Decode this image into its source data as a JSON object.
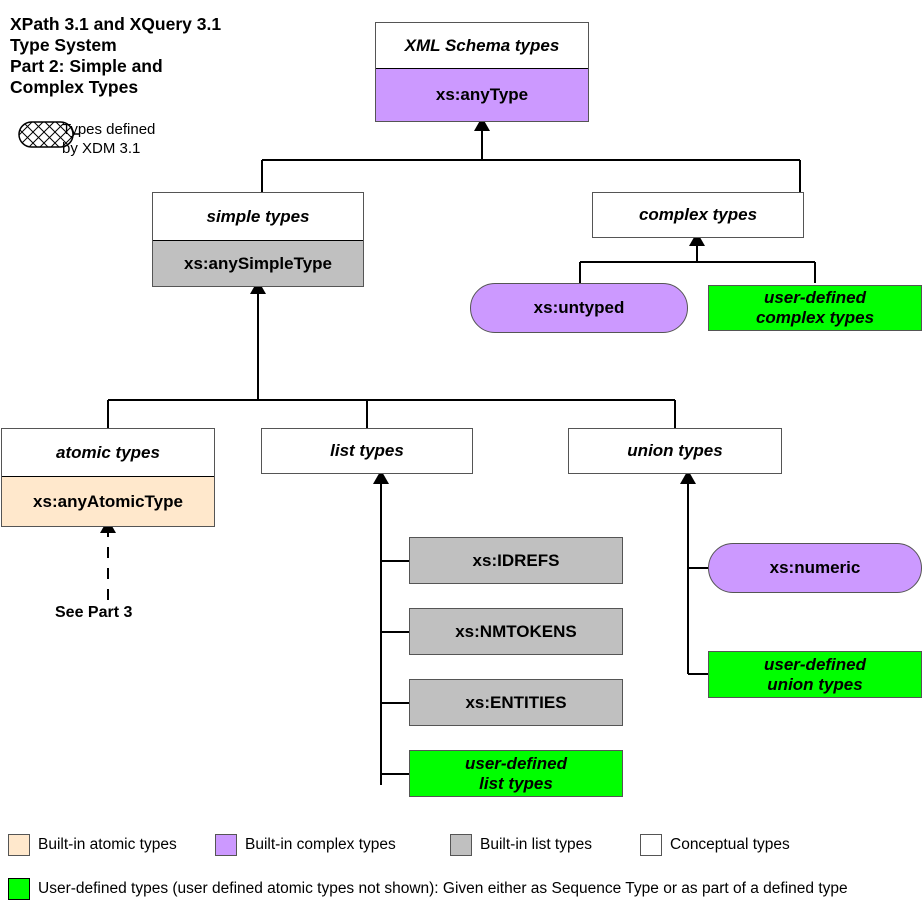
{
  "title": {
    "line1": "XPath 3.1 and XQuery 3.1",
    "line2": "Type System",
    "line3": "Part 2: Simple and",
    "line4": "Complex Types",
    "full": "XPath 3.1 and XQuery 3.1\nType System\nPart 2: Simple and\nComplex Types"
  },
  "xdm_legend": {
    "label": "Types defined\nby XDM 3.1",
    "shape": "hatched-stadium"
  },
  "colors": {
    "purple": "#CC99FF",
    "green": "#00FF00",
    "gray": "#C0C0C0",
    "peach": "#FFE8CC",
    "white": "#FFFFFF",
    "border": "#555555",
    "line": "#000000"
  },
  "nodes": {
    "xml_schema_types": {
      "header": "XML Schema types",
      "body": "xs:anyType",
      "body_color": "#CC99FF"
    },
    "simple_types": {
      "header": "simple types",
      "body": "xs:anySimpleType",
      "body_color": "#C0C0C0"
    },
    "complex_types": {
      "header": "complex types"
    },
    "xs_untyped": {
      "label": "xs:untyped",
      "color": "#CC99FF",
      "shape": "stadium"
    },
    "user_defined_complex_types": {
      "label": "user-defined\ncomplex types",
      "color": "#00FF00",
      "shape": "rect"
    },
    "atomic_types": {
      "header": "atomic types",
      "body": "xs:anyAtomicType",
      "body_color": "#FFE8CC"
    },
    "list_types": {
      "header": "list types"
    },
    "union_types": {
      "header": "union types"
    },
    "xs_idrefs": {
      "label": "xs:IDREFS",
      "color": "#C0C0C0"
    },
    "xs_nmtokens": {
      "label": "xs:NMTOKENS",
      "color": "#C0C0C0"
    },
    "xs_entities": {
      "label": "xs:ENTITIES",
      "color": "#C0C0C0"
    },
    "user_defined_list_types": {
      "label": "user-defined\nlist types",
      "color": "#00FF00"
    },
    "xs_numeric": {
      "label": "xs:numeric",
      "color": "#CC99FF",
      "shape": "stadium"
    },
    "user_defined_union_types": {
      "label": "user-defined\nunion types",
      "color": "#00FF00"
    }
  },
  "see_part_3": "See Part 3",
  "legend": {
    "items": [
      {
        "label": "Built-in atomic types",
        "color": "#FFE8CC"
      },
      {
        "label": "Built-in complex types",
        "color": "#CC99FF"
      },
      {
        "label": "Built-in list types",
        "color": "#C0C0C0"
      },
      {
        "label": "Conceptual types",
        "color": "#FFFFFF"
      }
    ],
    "user_defined": {
      "color": "#00FF00",
      "label": "User-defined types (user defined atomic types not shown):  Given either as Sequence Type or as part of a defined type"
    }
  }
}
